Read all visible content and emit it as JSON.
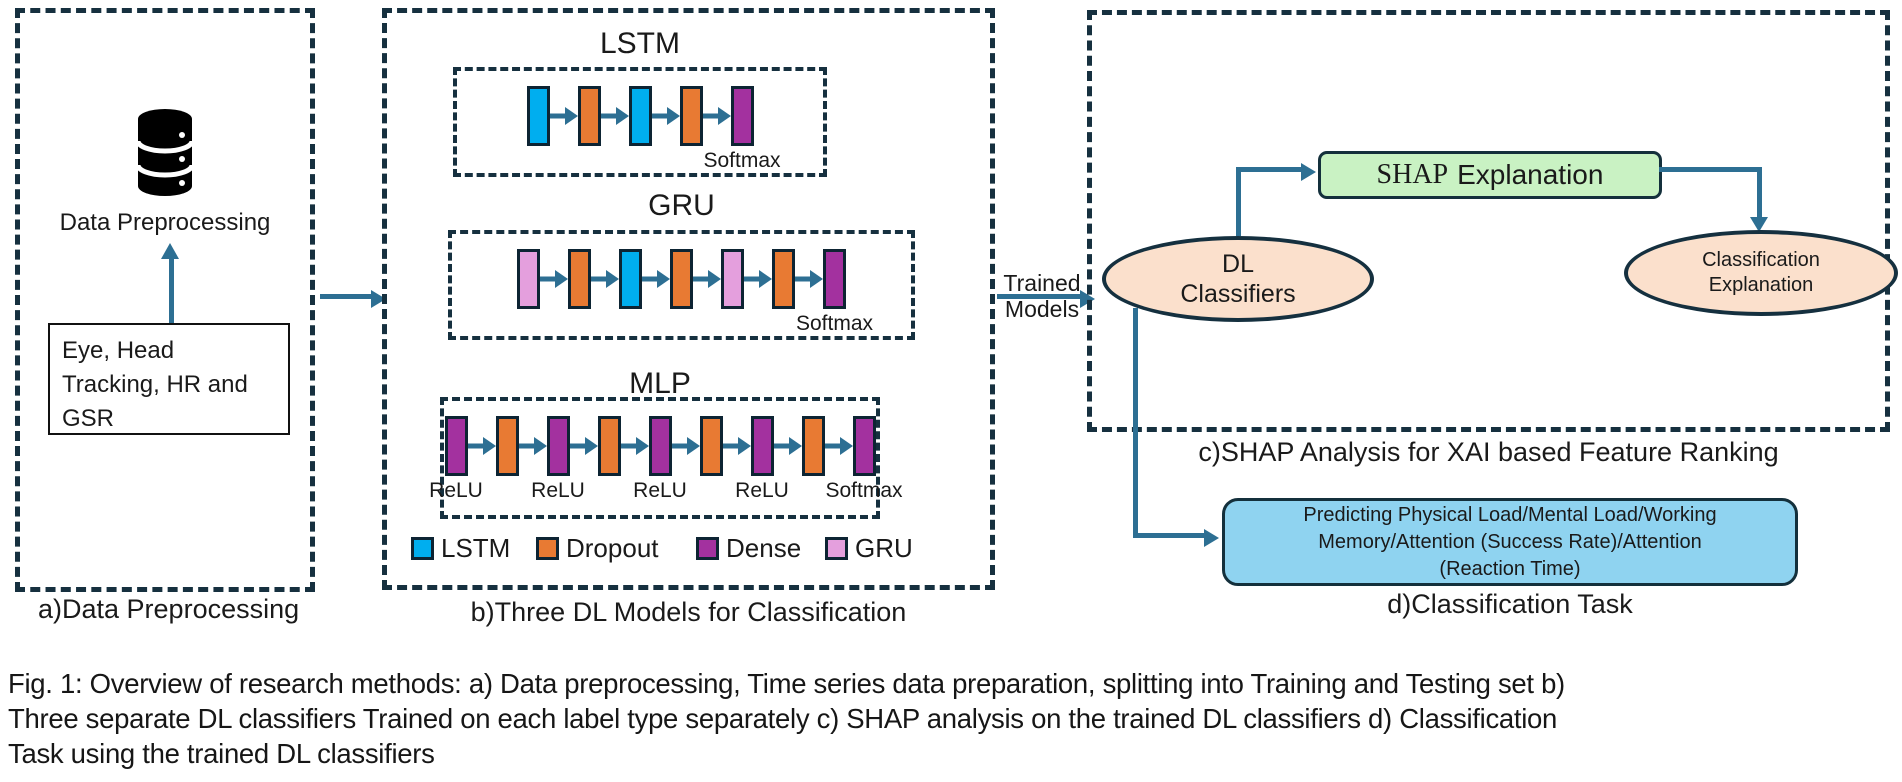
{
  "palette": {
    "lstm": "#00aeef",
    "dropout": "#e87a33",
    "dense": "#a3319f",
    "gru": "#e49fdd",
    "arrow": "#2d6f93",
    "dash_border": "#16303f",
    "peach": "#fbe0cc",
    "green": "#c9f2c3",
    "blue": "#8fd3f0"
  },
  "panel_a": {
    "icon_label": "Data Preprocessing",
    "input_box": "Eye, Head Tracking, HR and GSR",
    "caption": "a)Data Preprocessing"
  },
  "panel_b": {
    "caption": "b)Three DL Models for Classification",
    "models": [
      {
        "title": "LSTM",
        "blocks": [
          "lstm",
          "dropout",
          "lstm",
          "dropout",
          "dense"
        ],
        "block_labels": [
          null,
          null,
          null,
          null,
          "Softmax"
        ]
      },
      {
        "title": "GRU",
        "blocks": [
          "gru",
          "dropout",
          "lstm",
          "dropout",
          "gru",
          "dropout",
          "dense"
        ],
        "block_labels": [
          null,
          null,
          null,
          null,
          null,
          null,
          "Softmax"
        ]
      },
      {
        "title": "MLP",
        "blocks": [
          "dense",
          "dropout",
          "dense",
          "dropout",
          "dense",
          "dropout",
          "dense",
          "dropout",
          "dense"
        ],
        "block_labels": [
          "ReLU",
          null,
          "ReLU",
          null,
          "ReLU",
          null,
          "ReLU",
          null,
          "Softmax"
        ]
      }
    ],
    "legend": [
      {
        "label": "LSTM",
        "color": "lstm"
      },
      {
        "label": "Dropout",
        "color": "dropout"
      },
      {
        "label": "Dense",
        "color": "dense"
      },
      {
        "label": "GRU",
        "color": "gru"
      }
    ]
  },
  "connector_label": {
    "line1": "Trained",
    "line2": "Models"
  },
  "panel_c": {
    "caption": "c)SHAP Analysis for XAI based Feature Ranking",
    "dl_classifiers": {
      "line1": "DL",
      "line2": "Classifiers"
    },
    "shap_box": {
      "word1": "SHAP",
      "word2": "Explanation"
    },
    "classification_explanation": {
      "line1": "Classification",
      "line2": "Explanation"
    }
  },
  "panel_d": {
    "box_lines": [
      "Predicting Physical Load/Mental Load/Working",
      "Memory/Attention (Success Rate)/Attention",
      "(Reaction Time)"
    ],
    "caption": "d)Classification Task"
  },
  "figure_caption": {
    "line1": "Fig. 1: Overview of research methods: a) Data preprocessing, Time series data preparation, splitting into Training and Testing set b)",
    "line2": "Three separate DL classifiers Trained on each label type separately c) SHAP analysis on the trained DL classifiers d) Classification",
    "line3": "Task using the trained DL classifiers"
  }
}
